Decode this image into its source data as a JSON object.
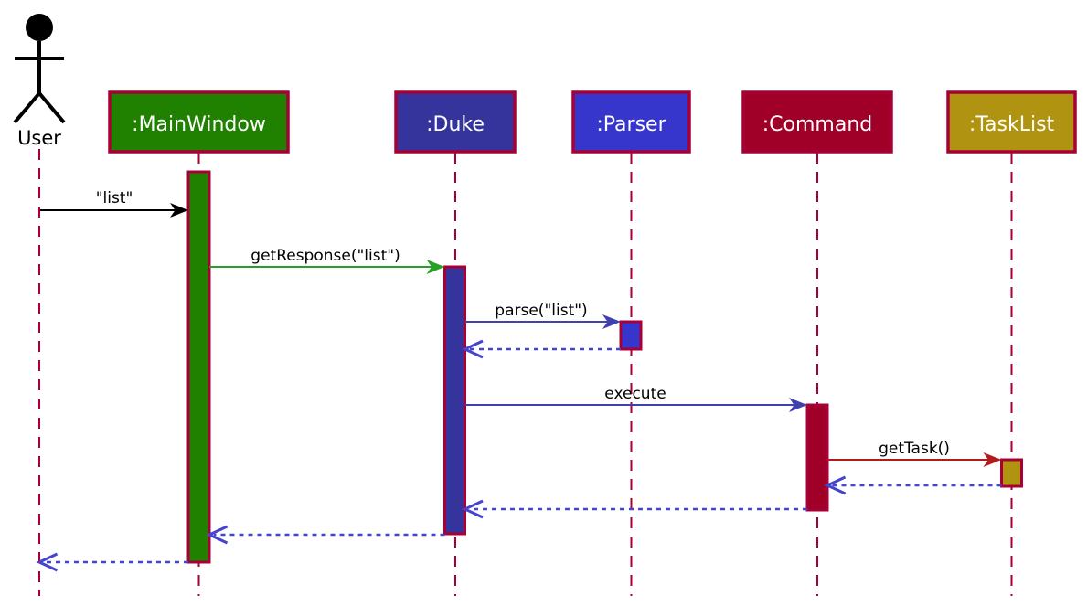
{
  "diagram": {
    "type": "uml-sequence-diagram",
    "actor": {
      "label": "User"
    },
    "participants": [
      {
        "label": ":MainWindow",
        "fill": "#208000"
      },
      {
        "label": ":Duke",
        "fill": "#34349C"
      },
      {
        "label": ":Parser",
        "fill": "#3636CC"
      },
      {
        "label": ":Command",
        "fill": "#A00028"
      },
      {
        "label": ":TaskList",
        "fill": "#B09310"
      }
    ],
    "messages": [
      {
        "label": "\"list\"",
        "from": "User",
        "to": ":MainWindow",
        "kind": "sync",
        "color": "#000000"
      },
      {
        "label": "getResponse(\"list\")",
        "from": ":MainWindow",
        "to": ":Duke",
        "kind": "sync",
        "color": "#28A028"
      },
      {
        "label": "parse(\"list\")",
        "from": ":Duke",
        "to": ":Parser",
        "kind": "sync",
        "color": "#4040B0"
      },
      {
        "label": "",
        "from": ":Parser",
        "to": ":Duke",
        "kind": "return",
        "color": "#4444CC"
      },
      {
        "label": "execute",
        "from": ":Duke",
        "to": ":Command",
        "kind": "sync",
        "color": "#4040B0"
      },
      {
        "label": "getTask()",
        "from": ":Command",
        "to": ":TaskList",
        "kind": "sync",
        "color": "#B01C1C"
      },
      {
        "label": "",
        "from": ":TaskList",
        "to": ":Command",
        "kind": "return",
        "color": "#4444CC"
      },
      {
        "label": "",
        "from": ":Command",
        "to": ":Duke",
        "kind": "return",
        "color": "#4444CC"
      },
      {
        "label": "",
        "from": ":Duke",
        "to": ":MainWindow",
        "kind": "return",
        "color": "#4444CC"
      },
      {
        "label": "",
        "from": ":MainWindow",
        "to": "User",
        "kind": "return",
        "color": "#4444CC"
      }
    ],
    "colors": {
      "border": "#A80036",
      "lifeline": "#A80036",
      "background": "#FFFFFF",
      "participant_text": "#FFFFFF",
      "message_text": "#000000"
    }
  }
}
